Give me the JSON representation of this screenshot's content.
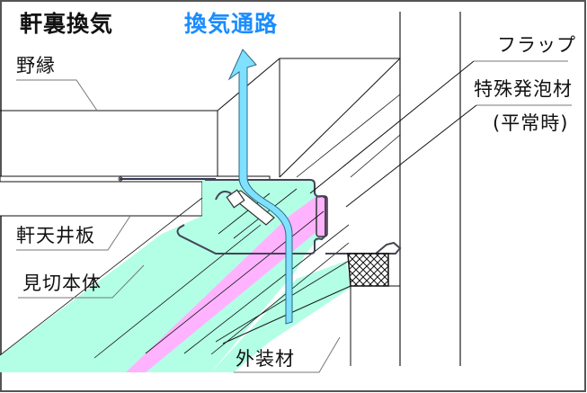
{
  "diagram": {
    "title": "軒裏換気",
    "flow_title": "換気通路",
    "labels": {
      "nobuchi": "野縁",
      "flap": "フラップ",
      "foam": "特殊発泡材",
      "foam_note": "(平常時)",
      "soffit": "軒天井板",
      "body": "見切本体",
      "cladding": "外装材"
    },
    "colors": {
      "flow_title": "#1a8cff",
      "airflow": "#80e0ff",
      "body_fill": "#b3ffe6",
      "foam_fill": "#ffb3ff",
      "line": "#111111",
      "frame": "#555555"
    }
  }
}
